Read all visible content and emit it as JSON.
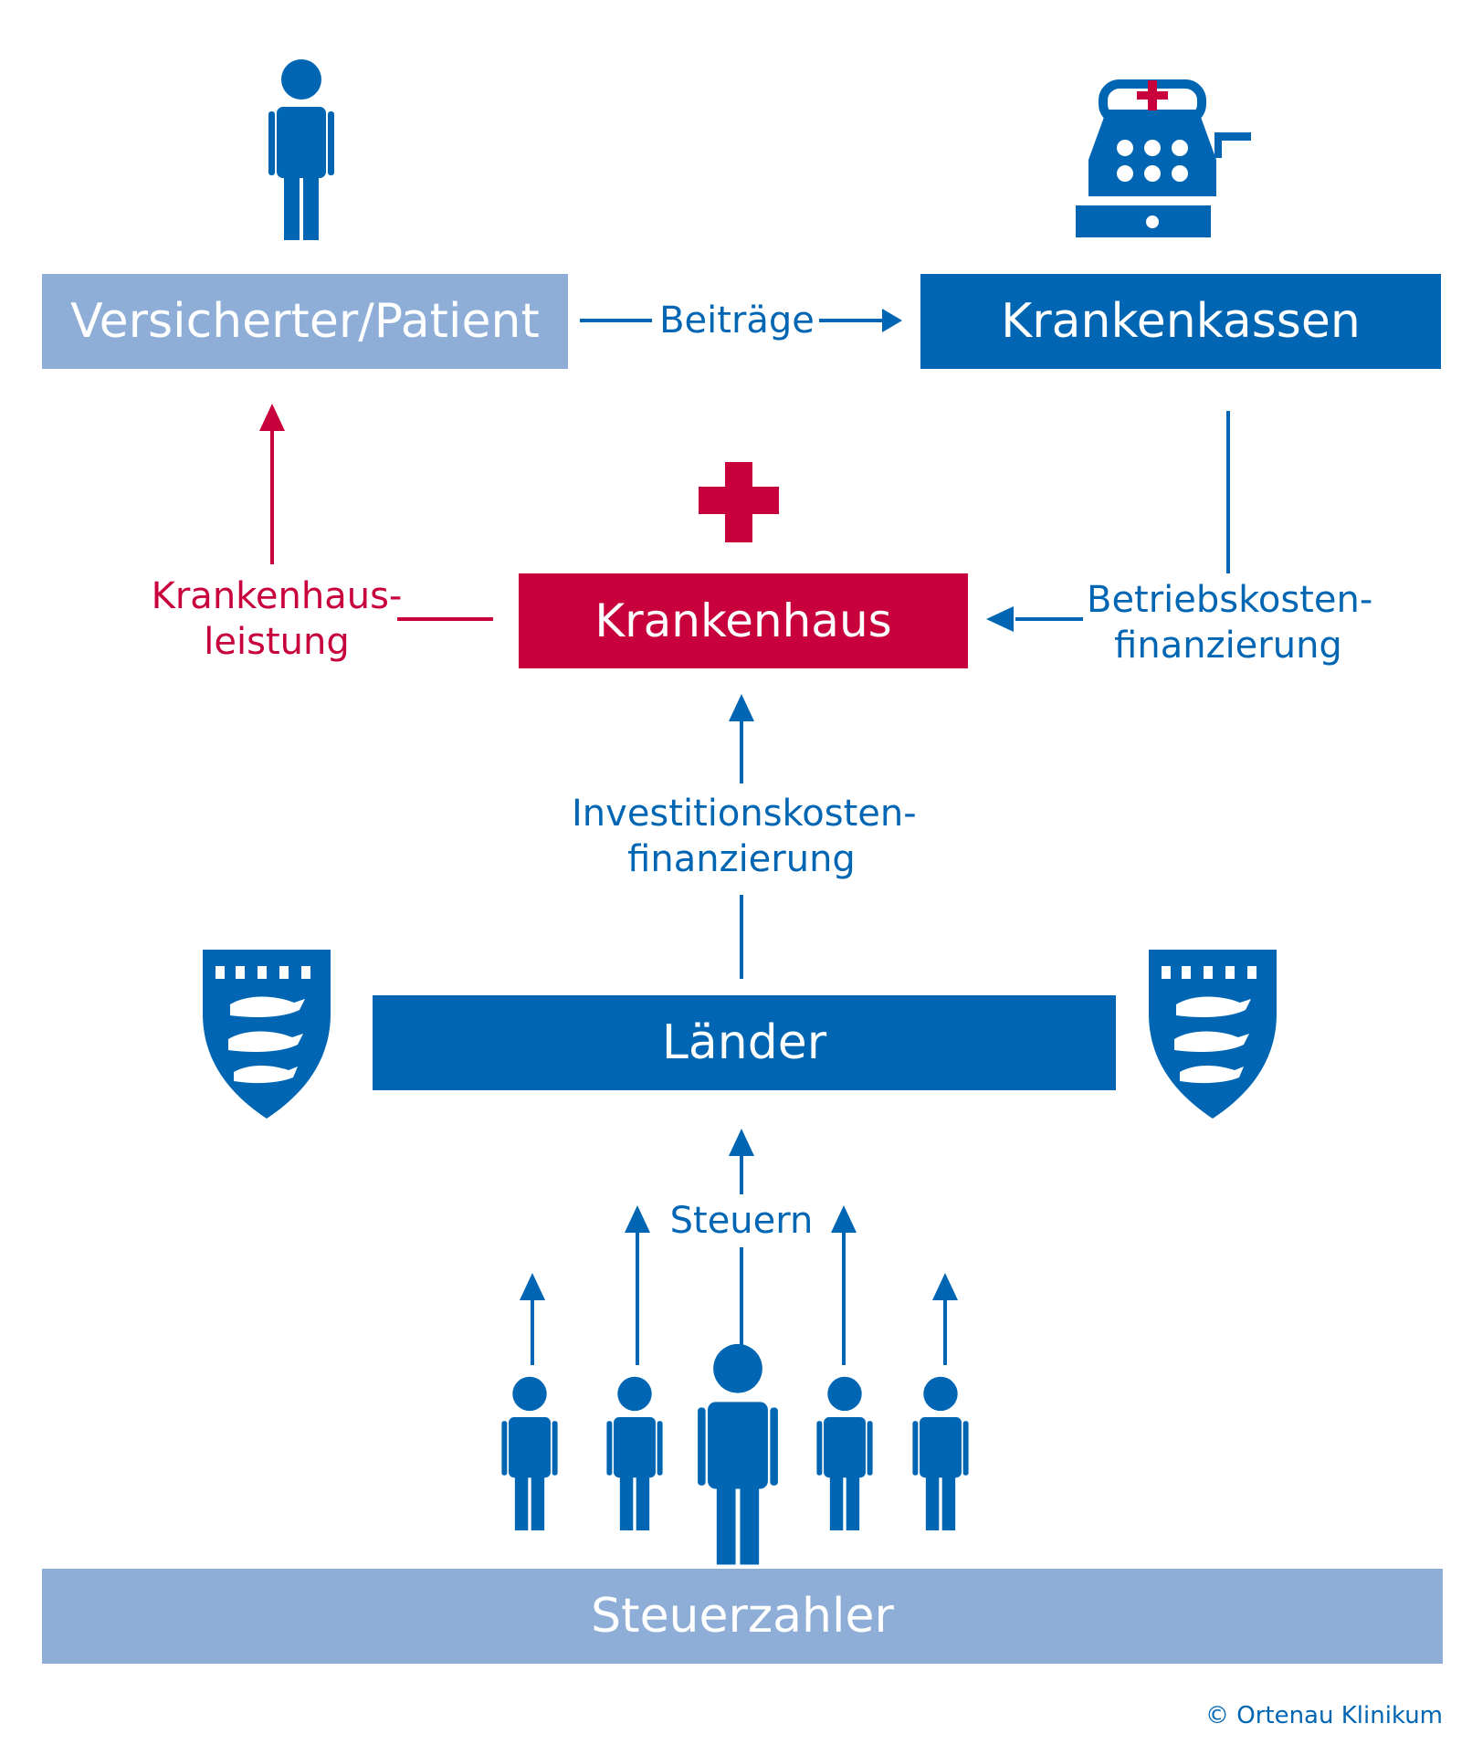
{
  "colors": {
    "primary_blue": "#0066b3",
    "light_blue": "#8eaed7",
    "red": "#c8003c",
    "white": "#ffffff"
  },
  "nodes": {
    "versicherter": "Versicherter/Patient",
    "krankenkassen": "Krankenkassen",
    "krankenhaus": "Krankenhaus",
    "laender": "Länder",
    "steuerzahler": "Steuerzahler"
  },
  "edges": {
    "beitraege": "Beiträge",
    "krankenhausleistung": [
      "Krankenhaus-",
      "leistung"
    ],
    "betriebskosten": [
      "Betriebskosten-",
      "finanzierung"
    ],
    "investitionskosten": [
      "Investitionskosten-",
      "finanzierung"
    ],
    "steuern": "Steuern"
  },
  "icons": [
    "person-icon",
    "cash-register-icon",
    "red-cross-icon",
    "coat-of-arms-icon",
    "taxpayer-group-icon"
  ],
  "copyright": "© Ortenau Klinikum"
}
